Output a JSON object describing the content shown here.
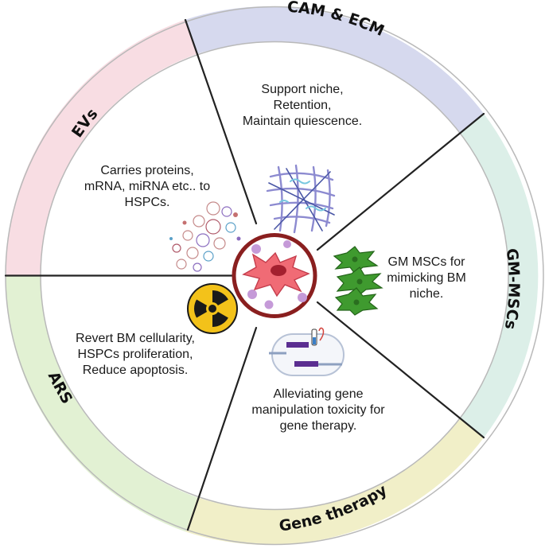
{
  "colors": {
    "cam_ecm": "#d6d9ee",
    "gm_mscs": "#dcefe8",
    "gene_therapy": "#f1efc8",
    "ars": "#e2f1d3",
    "evs": "#f8dde3",
    "ring_edge": "#b9b9b9",
    "center_ring": "#8a1f1f",
    "cell": "#f06b75",
    "gm_cell": "#3f9a2f",
    "radiation": "#f3c21a"
  },
  "segments": [
    {
      "key": "cam_ecm",
      "title": "CAM & ECM",
      "description": [
        "Support niche,",
        "Retention,",
        "Maintain quiescence."
      ]
    },
    {
      "key": "gm_mscs",
      "title": "GM-MSCs",
      "description": [
        "GM MSCs for",
        "mimicking BM",
        "niche."
      ]
    },
    {
      "key": "gene_therapy",
      "title": "Gene therapy",
      "description": [
        "Alleviating gene",
        "manipulation toxicity for",
        "gene therapy."
      ]
    },
    {
      "key": "ars",
      "title": "ARS",
      "description": [
        "Revert BM cellularity,",
        "HSPCs proliferation,",
        "Reduce apoptosis."
      ]
    },
    {
      "key": "evs",
      "title": "EVs",
      "description": [
        "Carries proteins,",
        "mRNA, miRNA etc.. to",
        "HSPCs."
      ]
    }
  ],
  "icons": [
    "msc-cell-icon",
    "ecm-fiber-icon",
    "vesicle-cluster-icon",
    "radiation-icon",
    "gm-msc-cells-icon",
    "gene-edit-plasmid-icon"
  ]
}
